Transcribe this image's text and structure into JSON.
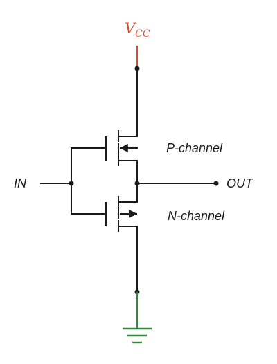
{
  "labels": {
    "supply_main": "V",
    "supply_sub": "CC",
    "input": "IN",
    "output": "OUT",
    "p_channel": "P-channel",
    "n_channel": "N-channel"
  },
  "colors": {
    "wire": "#1a1a1a",
    "supply": "#d84a2b",
    "ground": "#2e8b3a"
  },
  "icons": {
    "ground": "ground-symbol-icon",
    "pmos_arrow": "arrow-left-icon",
    "nmos_arrow": "arrow-right-icon"
  }
}
